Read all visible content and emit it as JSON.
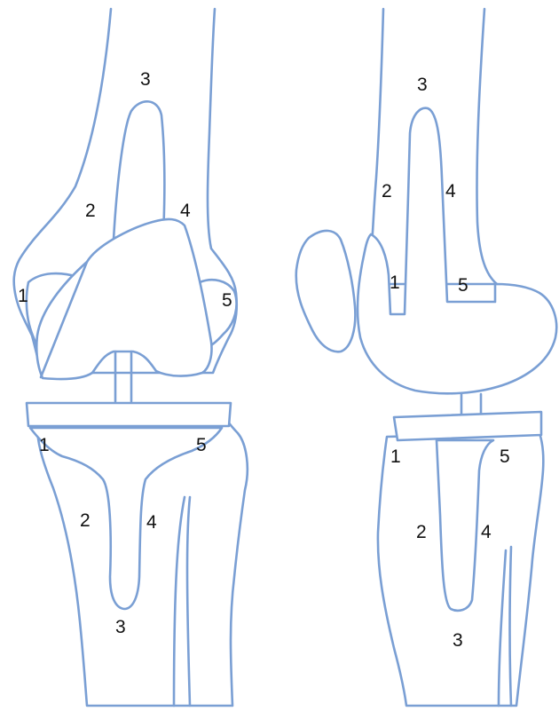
{
  "figure": {
    "stroke_color": "#7a9fd4",
    "background": "#ffffff"
  },
  "front_view": {
    "femoral_zones": {
      "z1": "1",
      "z2": "2",
      "z3": "3",
      "z4": "4",
      "z5": "5"
    },
    "tibial_zones": {
      "z1": "1",
      "z2": "2",
      "z3": "3",
      "z4": "4",
      "z5": "5"
    }
  },
  "side_view": {
    "femoral_zones": {
      "z1": "1",
      "z2": "2",
      "z3": "3",
      "z4": "4",
      "z5": "5"
    },
    "tibial_zones": {
      "z1": "1",
      "z2": "2",
      "z3": "3",
      "z4": "4",
      "z5": "5"
    }
  }
}
